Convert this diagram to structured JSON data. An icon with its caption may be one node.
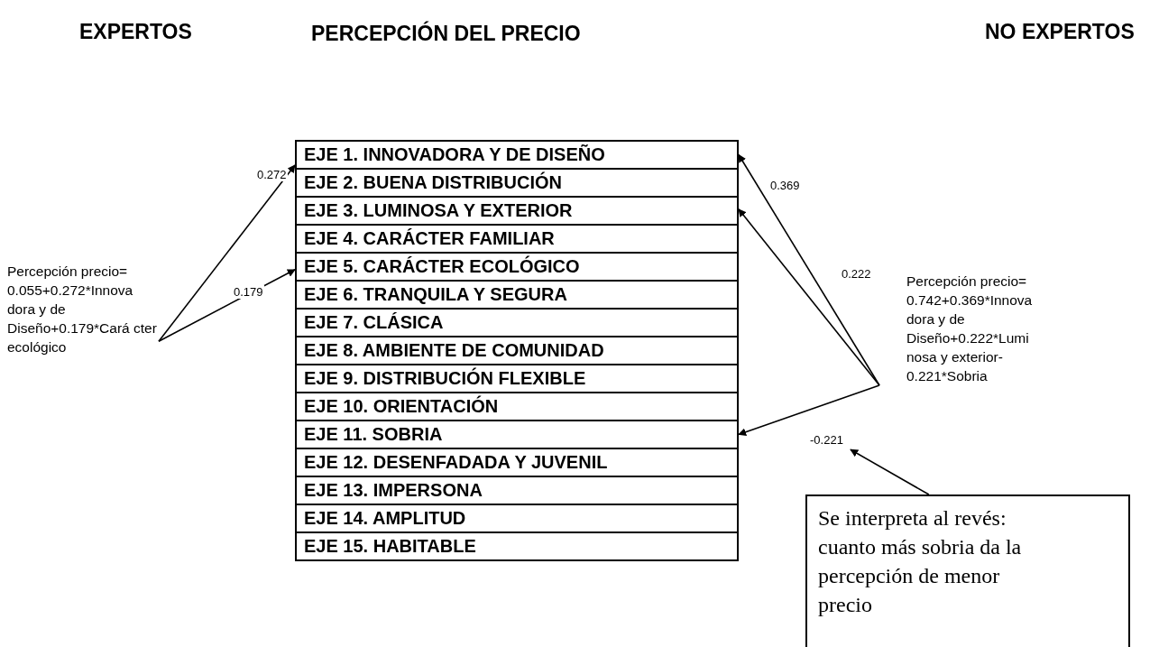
{
  "diagram": {
    "title": "PERCEPCIÓN DEL PRECIO",
    "nodes": [
      {
        "text": [
          "EJE 1. INNOVADORA Y DE DISEÑO"
        ]
      },
      {
        "text": [
          "EJE 2. BUENA DISTRIBUCIÓN"
        ]
      },
      {
        "text": [
          "EJE 3. LUMINOSA Y EXTERIOR"
        ]
      },
      {
        "text": [
          "EJE 4. CARÁCTER FAMILIAR"
        ]
      },
      {
        "text": [
          "EJE 5. CARÁCTER ECOLÓGICO"
        ]
      },
      {
        "text": [
          "EJE 6. TRANQUILA Y SEGURA"
        ]
      },
      {
        "text": [
          "EJE 7. CLÁSICA"
        ]
      },
      {
        "text": [
          "EJE 8. AMBIENTE DE COMUNIDAD"
        ]
      },
      {
        "text": [
          "EJE 9. DISTRIBUCIÓN FLEXIBLE"
        ]
      },
      {
        "text": [
          "EJE 10. ORIENTACIÓN"
        ]
      },
      {
        "text": [
          "EJE 11. SOBRIA"
        ]
      },
      {
        "text": [
          "EJE 12. DESENFADADA Y JUVENIL"
        ]
      },
      {
        "text": [
          "EJE 13. IMPERSONA"
        ]
      },
      {
        "text": [
          "EJE 14. AMPLITUD"
        ]
      },
      {
        "text": [
          "EJE 15. HABITABLE"
        ]
      },
      {
        "text": [
          "Percepción precio= 0.055+0.272*Innova dora y de Diseño+0.179*Cará cter ecológico"
        ]
      },
      {
        "text": [
          "Percepción precio= 0.742+0.369*Innova dora y de Diseño+0.222*Lumi nosa y exterior- 0.221*Sobria"
        ]
      },
      {
        "text": [
          "-0.221"
        ]
      },
      {
        "text": [
          "Se interpreta al revés: cuanto más sobria da la percepción de menor precio"
        ]
      }
    ],
    "edges": [
      {
        "from": 15,
        "to": 0,
        "arrow": "to",
        "label": "0.272"
      },
      {
        "from": 15,
        "to": 4,
        "arrow": "to",
        "label": "0.179"
      },
      {
        "from": 16,
        "to": 0,
        "arrow": "to",
        "label": "0.369"
      },
      {
        "from": 16,
        "to": 2,
        "arrow": "to",
        "label": "0.222"
      },
      {
        "from": 16,
        "to": 10,
        "arrow": "to"
      },
      {
        "from": 18,
        "to": 17,
        "arrow": "to"
      }
    ],
    "labels": [
      "EXPERTOS",
      "NO EXPERTOS"
    ]
  }
}
